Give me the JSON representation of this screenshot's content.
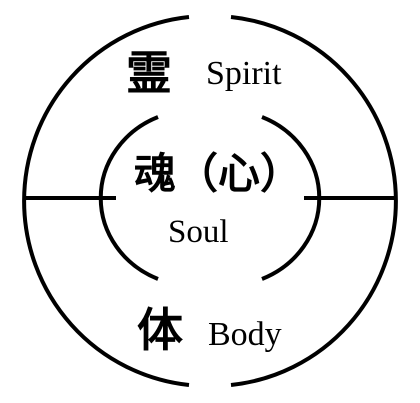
{
  "diagram": {
    "spirit": {
      "kanji": "霊",
      "english": "Spirit"
    },
    "soul": {
      "kanji": "魂（心）",
      "english": "Soul"
    },
    "body": {
      "kanji": "体",
      "english": "Body"
    }
  },
  "colors": {
    "stroke": "#000000",
    "background": "#ffffff"
  }
}
